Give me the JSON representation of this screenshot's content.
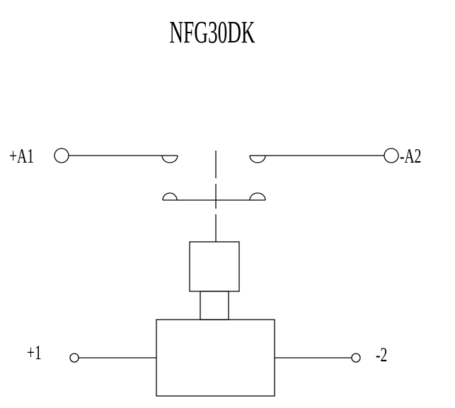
{
  "title": "NFG30DK",
  "terminals": {
    "a1": "+A1",
    "a2": "-A2",
    "t1": "+1",
    "t2": "-2"
  }
}
